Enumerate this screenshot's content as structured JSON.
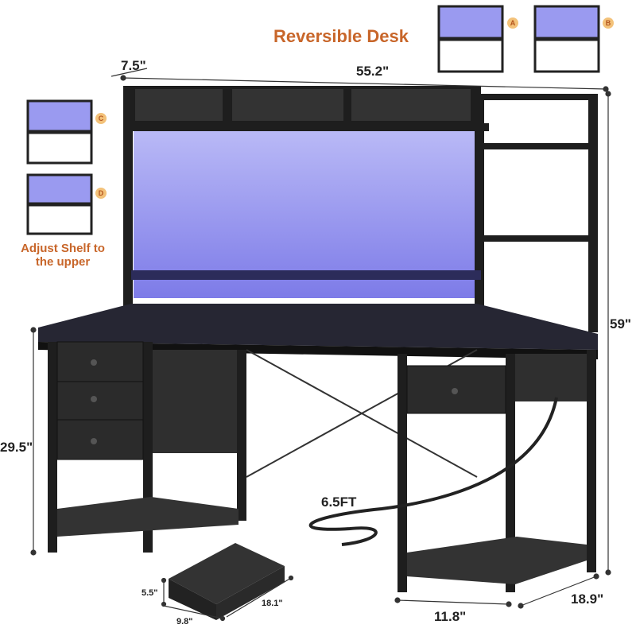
{
  "title": "Reversible Desk",
  "note": "Adjust Shelf to the upper",
  "variants": [
    "A",
    "B",
    "C",
    "D"
  ],
  "dimensions": {
    "depth_top": "7.5\"",
    "width": "55.2\"",
    "total_height": "59\"",
    "desk_height": "29.5\"",
    "cable": "6.5FT",
    "drawer_height": "5.5\"",
    "drawer_width": "9.8\"",
    "drawer_depth": "18.1\"",
    "cabinet_width": "11.8\"",
    "desk_depth": "18.9\""
  },
  "colors": {
    "accent": "#c8662a",
    "led": "#8f8ff0",
    "frame": "#1e1e1e",
    "top": "#262633"
  }
}
